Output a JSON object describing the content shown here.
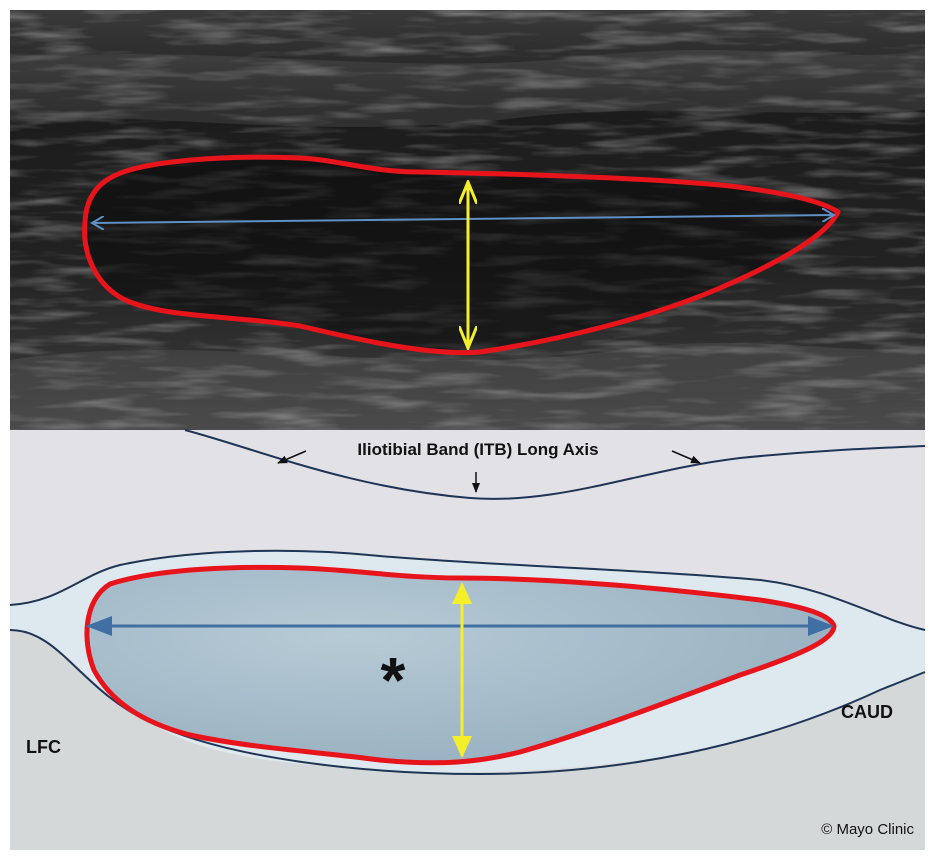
{
  "labels": {
    "itb": "Iliotibial Band (ITB) Long Axis",
    "asterisk": "*",
    "lfc": "LFC",
    "caud": "CAUD",
    "copyright": "© Mayo Clinic"
  },
  "colors": {
    "outline_red": "#e8141c",
    "width_arrow_blue": "#4a7fb8",
    "height_arrow_yellow": "#f4ef2a",
    "diagram_background": "#e2e1e6",
    "tissue_gray": "#d5d8d9",
    "fluid_fill": "#a7bdcb",
    "structure_line": "#1e3556"
  }
}
